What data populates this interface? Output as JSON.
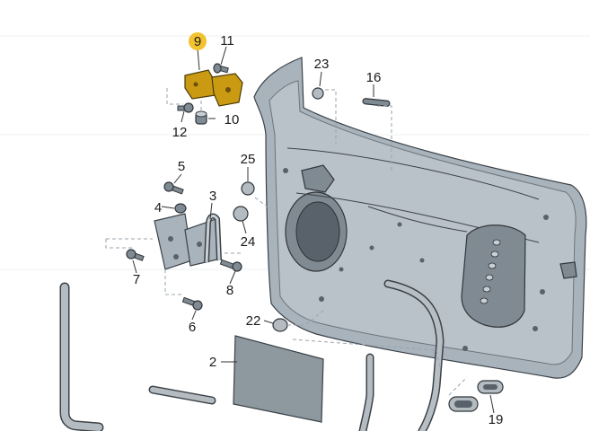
{
  "diagram": {
    "highlight_color": "#f2c230",
    "panel_color": "#a9b3bb",
    "callouts": {
      "c2": "2",
      "c3": "3",
      "c4": "4",
      "c5": "5",
      "c6": "6",
      "c7": "7",
      "c8": "8",
      "c9": "9",
      "c10": "10",
      "c11": "11",
      "c12": "12",
      "c16": "16",
      "c19": "19",
      "c22": "22",
      "c23": "23",
      "c24": "24",
      "c25": "25"
    }
  }
}
